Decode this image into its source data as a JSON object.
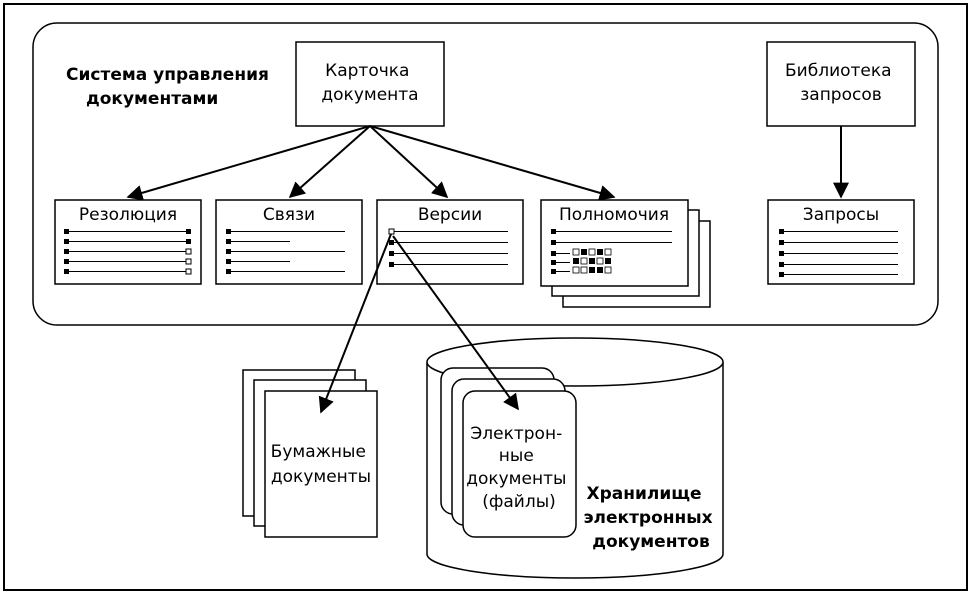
{
  "system": {
    "title_lines": [
      "Система управления",
      "документами"
    ]
  },
  "card": {
    "lines": [
      "Карточка",
      "документа"
    ]
  },
  "library": {
    "lines": [
      "Библиотека",
      "запросов"
    ]
  },
  "modules": {
    "resolution": "Резолюция",
    "links": "Связи",
    "versions": "Версии",
    "permissions": "Полномочия",
    "queries": "Запросы"
  },
  "paper": {
    "lines": [
      "Бумажные",
      "документы"
    ]
  },
  "electronic": {
    "lines": [
      "Электрон-",
      "ные",
      "документы",
      "(файлы)"
    ]
  },
  "storage": {
    "title_lines": [
      "Хранилище",
      "электронных",
      "документов"
    ]
  }
}
